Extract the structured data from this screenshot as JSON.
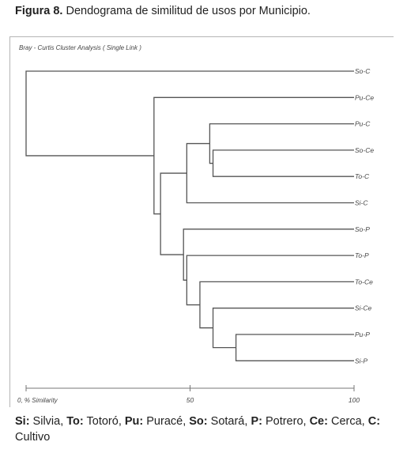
{
  "caption": {
    "label": "Figura 8.",
    "text": " Dendograma de similitud de usos por Municipio."
  },
  "chart_data": {
    "type": "dendrogram",
    "title": "Bray - Curtis Cluster Analysis ( Single Link )",
    "xlabel": "0, % Similarity",
    "xlim": [
      0,
      100
    ],
    "ticks": [
      {
        "value": 50,
        "label": "50"
      },
      {
        "value": 100,
        "label": "100"
      }
    ],
    "leaves": [
      "So-C",
      "Pu-Ce",
      "Pu-C",
      "So-Ce",
      "To-C",
      "Si-C",
      "So-P",
      "To-P",
      "To-Ce",
      "Si-Ce",
      "Pu-P",
      "Si-P"
    ],
    "merges": [
      {
        "a": "Pu-P",
        "b": "Si-P",
        "similarity": 64
      },
      {
        "a": "Si-Ce",
        "b": "Pu-P+Si-P",
        "similarity": 57
      },
      {
        "a": "So-Ce",
        "b": "To-C",
        "similarity": 57
      },
      {
        "a": "Pu-C",
        "b": "So-Ce+To-C",
        "similarity": 56
      },
      {
        "a": "To-Ce",
        "b": "Si-Ce+Pu-P+Si-P",
        "similarity": 53
      },
      {
        "a": "Pu-C+So-Ce+To-C",
        "b": "Si-C",
        "similarity": 49
      },
      {
        "a": "To-P",
        "b": "To-Ce+Si-Ce+Pu-P+Si-P",
        "similarity": 49
      },
      {
        "a": "So-P",
        "b": "To-P+To-Ce+Si-Ce+Pu-P+Si-P",
        "similarity": 48
      },
      {
        "a": "Pu-C+So-Ce+To-C+Si-C",
        "b": "So-P+To-P+To-Ce+Si-Ce+Pu-P+Si-P",
        "similarity": 41
      },
      {
        "a": "Pu-Ce",
        "b": "Pu-C+So-Ce+To-C+Si-C+So-P+To-P+To-Ce+Si-Ce+Pu-P+Si-P",
        "similarity": 39
      },
      {
        "a": "So-C",
        "b": "Pu-Ce+Pu-C+So-Ce+To-C+Si-C+So-P+To-P+To-Ce+Si-Ce+Pu-P+Si-P",
        "similarity": 0
      }
    ],
    "colors": {
      "line": "#555555",
      "text": "#444444"
    }
  },
  "legend": [
    {
      "abbr": "Si:",
      "name": " Silvia, "
    },
    {
      "abbr": "To:",
      "name": " Totoró, "
    },
    {
      "abbr": "Pu:",
      "name": " Puracé, "
    },
    {
      "abbr": "So:",
      "name": " Sotará, "
    },
    {
      "abbr": "P:",
      "name": " Potrero, "
    },
    {
      "abbr": "Ce:",
      "name": " Cerca, "
    },
    {
      "abbr": "C:",
      "name": " Cultivo"
    }
  ]
}
